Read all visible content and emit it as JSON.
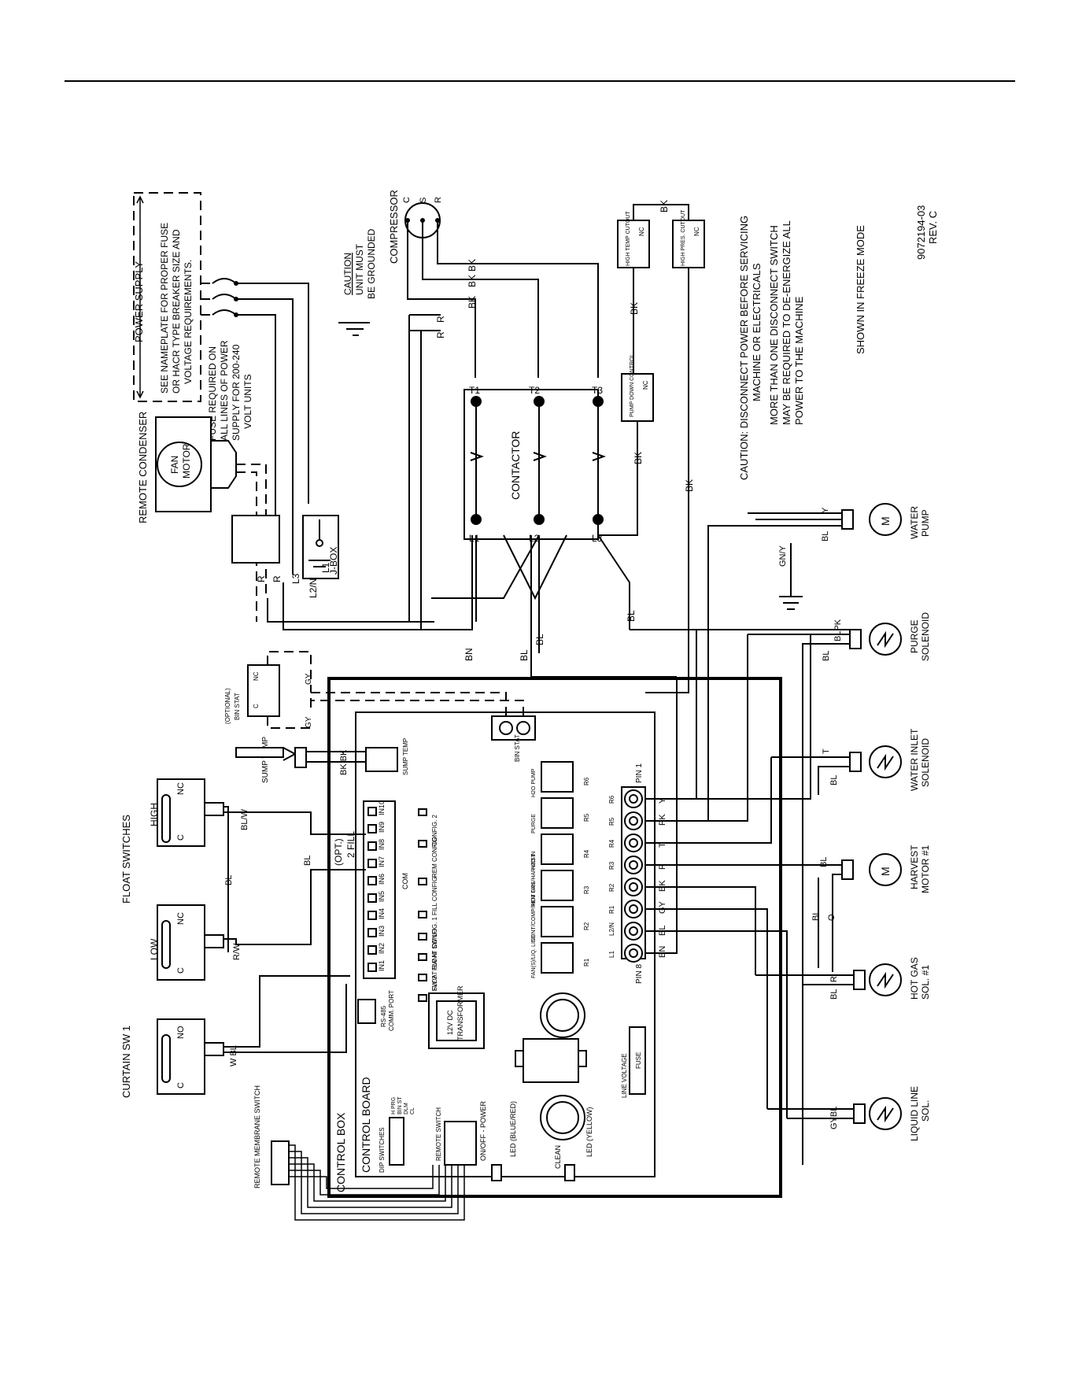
{
  "diagram": {
    "drawing_number": "9072194-03",
    "revision": "REV. C",
    "power_supply": {
      "title": "POWER SUPPLY",
      "note_lines": [
        "SEE NAMEPLATE FOR PROPER FUSE",
        "OR HACR TYPE BREAKER SIZE AND",
        "VOLTAGE REQUIREMENTS."
      ]
    },
    "fuse_note_lines": [
      "FUSE REQUIRED ON",
      "ALL LINES OF POWER",
      "SUPPLY FOR 200-240",
      "VOLT UNITS"
    ],
    "remote_condenser": "REMOTE CONDENSER",
    "fan_motor": [
      "FAN",
      "MOTOR"
    ],
    "jbox": "J-BOX",
    "ground_caution": [
      "CAUTION",
      "UNIT MUST",
      "BE GROUNDED"
    ],
    "compressor": {
      "label": "COMPRESSOR",
      "terminals": [
        "C",
        "S",
        "R"
      ]
    },
    "contactor": {
      "label": "CONTACTOR",
      "load_terminals": [
        "T1",
        "T2",
        "T3"
      ],
      "line_terminals": [
        "L1",
        "L2",
        "L3"
      ]
    },
    "line_labels": [
      "L1",
      "L2/N",
      "L3"
    ],
    "wire_colors": {
      "r": "R",
      "bk": "BK",
      "bn": "BN",
      "bl": "BL",
      "gny": "GN/Y",
      "gy": "GY",
      "w": "W",
      "y": "Y",
      "pk": "PK",
      "t": "T",
      "o": "O",
      "blpk": "BLPK",
      "gybl": "GYBL",
      "blw": "BL/W",
      "rw": "R/W",
      "wbl": "W BL",
      "bkbk": "BK BK"
    },
    "high_temp_cutout": "HIGH TEMP CUTOUT",
    "high_pres_cutout": "HIGH PRES. CUTOUT",
    "pump_down_control": "PUMP DOWN CONTROL",
    "nc": "NC",
    "c": "C",
    "no": "NO",
    "caution_lines": [
      "CAUTION:  DISCONNECT POWER BEFORE SERVICING",
      "MACHINE OR ELECTRICALS",
      "MORE THAN ONE DISCONNECT SWITCH",
      "MAY BE REQUIRED TO DE-ENERGIZE ALL",
      "POWER TO THE MACHINE"
    ],
    "mode_note": "SHOWN IN FREEZE MODE",
    "loads": [
      {
        "name": [
          "WATER",
          "PUMP"
        ],
        "symbol": "M"
      },
      {
        "name": [
          "PURGE",
          "SOLENOID"
        ],
        "symbol": "coil"
      },
      {
        "name": [
          "WATER INLET",
          "SOLENOID"
        ],
        "symbol": "coil"
      },
      {
        "name": [
          "HARVEST",
          "MOTOR #1"
        ],
        "symbol": "M"
      },
      {
        "name": [
          "HOT GAS",
          "SOL. #1"
        ],
        "symbol": "coil"
      },
      {
        "name": [
          "LIQUID LINE",
          "SOL."
        ],
        "symbol": "coil"
      }
    ],
    "float_switches": {
      "title": "FLOAT SWITCHES",
      "high": "HIGH",
      "low": "LOW"
    },
    "curtain_sw": "CURTAIN SW 1",
    "sump_temp": "SUMP TEMP",
    "bin_stat_optional": [
      "(OPTIONAL)",
      "BIN STAT"
    ],
    "opt_fill": [
      "(OPT.)",
      "2 FILL"
    ],
    "remote_membrane_switch": "REMOTE MEMBRANE SWITCH",
    "control_box": "CONTROL BOX",
    "control_board": {
      "label": "CONTROL BOARD",
      "inputs": [
        "IN10",
        "IN9",
        "IN8",
        "IN7",
        "IN6",
        "IN5",
        "IN4",
        "IN3",
        "IN2",
        "IN1"
      ],
      "input_functions": [
        "CONFIG. 2",
        "REM CONFIG",
        "FILL CONFIG",
        "CONFIG. 1",
        "FLOAT SW LO",
        "FLOAT SW HI",
        "CURT. SW 2",
        "CURT. SW 1"
      ],
      "com": "COM",
      "relays": [
        "R6",
        "R5",
        "R4",
        "R3",
        "R2",
        "R1"
      ],
      "relay_functions": [
        "H2O PUMP",
        "PURGE",
        "H2O IN",
        "HOT GAS/HARVEST",
        "CONT/COMP/REM FAN",
        "FAN(S)/LIQ. LINE"
      ],
      "pin_top": "PIN 1",
      "pin_bottom": "PIN 8",
      "pin_wires": [
        "Y",
        "PK",
        "T",
        "R",
        "BK",
        "GY",
        "BL",
        "BN"
      ],
      "pin_labels": [
        "R6",
        "R5",
        "R4",
        "R3",
        "R2",
        "R1",
        "L2/N",
        "L1"
      ],
      "bin_stat": "BIN STAT",
      "sump_temp_conn": "SUMP TEMP",
      "rs485": [
        "RS-485",
        "COMM. PORT"
      ],
      "transformer": [
        "12V DC",
        "TRANSFORMER"
      ],
      "line_voltage_fuse": [
        "LINE VOLTAGE",
        "FUSE"
      ],
      "dip_switches": "DIP SWITCHES",
      "dip_labels": [
        "H PRG",
        "BIN ST",
        "DLM",
        "CL"
      ],
      "remote_switch": "REMOTE SWITCH",
      "power_switch": "ON/OFF - POWER",
      "led_blue": "LED (BLUE/RED)",
      "clean": "CLEAN",
      "led_yellow": "LED (YELLOW)"
    }
  }
}
